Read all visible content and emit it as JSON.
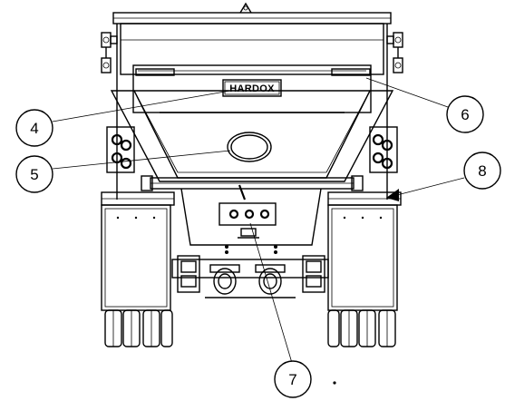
{
  "diagram": {
    "brand_plate": "HARDOX",
    "callouts": [
      {
        "id": "4",
        "label": "4"
      },
      {
        "id": "5",
        "label": "5"
      },
      {
        "id": "6",
        "label": "6"
      },
      {
        "id": "7",
        "label": "7"
      },
      {
        "id": "8",
        "label": "8"
      }
    ]
  }
}
